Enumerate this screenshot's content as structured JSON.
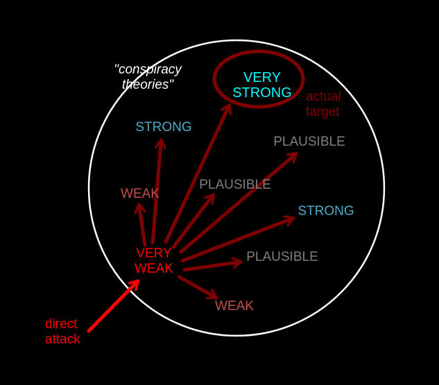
{
  "colors": {
    "background": "#000000",
    "circle": "#ffffff",
    "arrow": "#7f0000",
    "direct_arrow": "#ff0000",
    "weak": "#c0504d",
    "strong": "#4bacc6",
    "very_strong": "#00ffff",
    "plausible": "#7f7f7f",
    "very_weak": "#ff0000",
    "target": "#800000",
    "conspiracy": "#ffffff"
  },
  "labels": {
    "conspiracy_line1": "\"conspiracy",
    "conspiracy_line2": "theories\"",
    "very_strong_line1": "VERY",
    "very_strong_line2": "STRONG",
    "actual_target_line1": "actual",
    "actual_target_line2": "target",
    "strong_top": "STRONG",
    "plausible_upper_right": "PLAUSIBLE",
    "weak_left": "WEAK",
    "plausible_center": "PLAUSIBLE",
    "strong_right": "STRONG",
    "very_weak_line1": "VERY",
    "very_weak_line2": "WEAK",
    "plausible_lower": "PLAUSIBLE",
    "weak_bottom": "WEAK",
    "direct_attack_line1": "direct",
    "direct_attack_line2": "attack"
  }
}
